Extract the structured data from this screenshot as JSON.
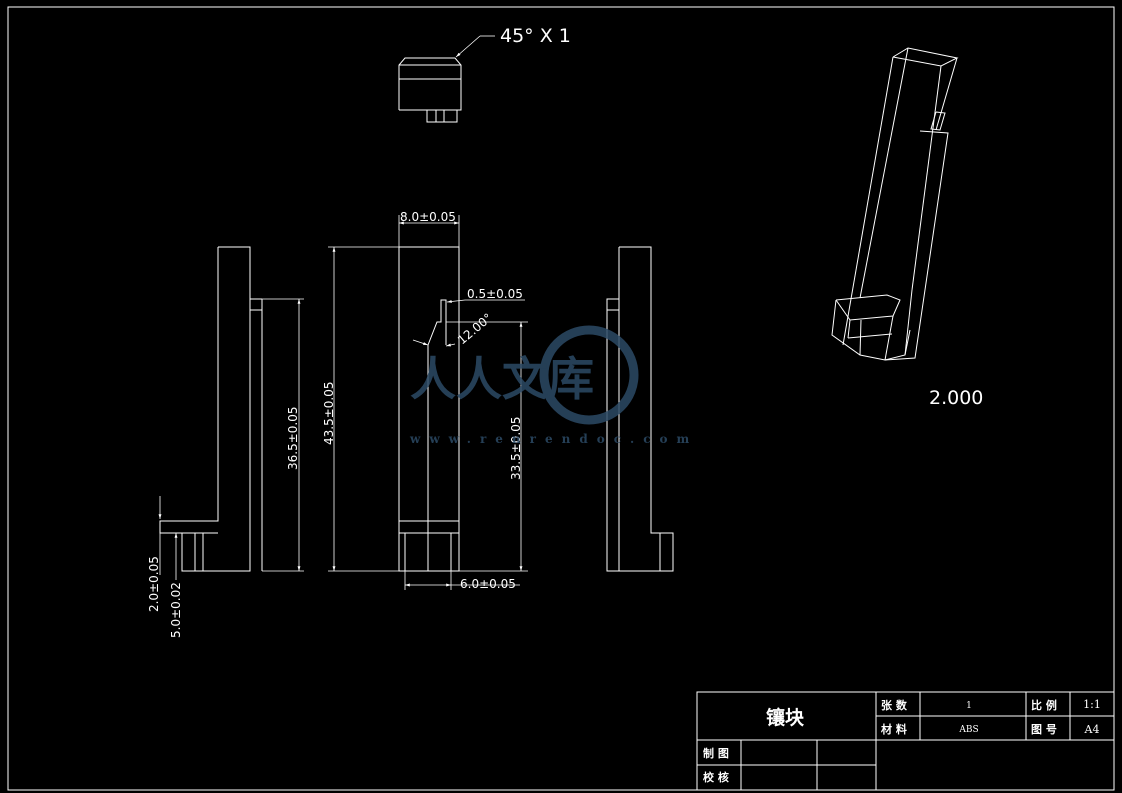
{
  "annotations": {
    "chamfer": "45° X 1",
    "iso_scale": "2.000"
  },
  "dimensions": {
    "width_top": "8.0±0.05",
    "notch": "0.5±0.05",
    "angle": "12.00°",
    "height_total": "43.5±0.05",
    "height_left": "36.5±0.05",
    "height_right": "33.5±0.05",
    "width_bottom": "6.0±0.05",
    "step_a": "2.0±0.05",
    "step_b": "5.0±0.02"
  },
  "watermark": {
    "text": "人人文库",
    "url": "www.renrendoc.com"
  },
  "title_block": {
    "part_name": "镶块",
    "sheets_label": "张 数",
    "sheets_value": "1",
    "scale_label": "比 例",
    "scale_value": "1:1",
    "material_label": "材 料",
    "material_value": "ABS",
    "drawing_no_label": "图 号",
    "drawing_no_value": "A4",
    "drawn_label": "制 图",
    "checked_label": "校 核"
  },
  "colors": {
    "background": "#000000",
    "lines": "#ffffff",
    "watermark": "#2c4a66"
  }
}
